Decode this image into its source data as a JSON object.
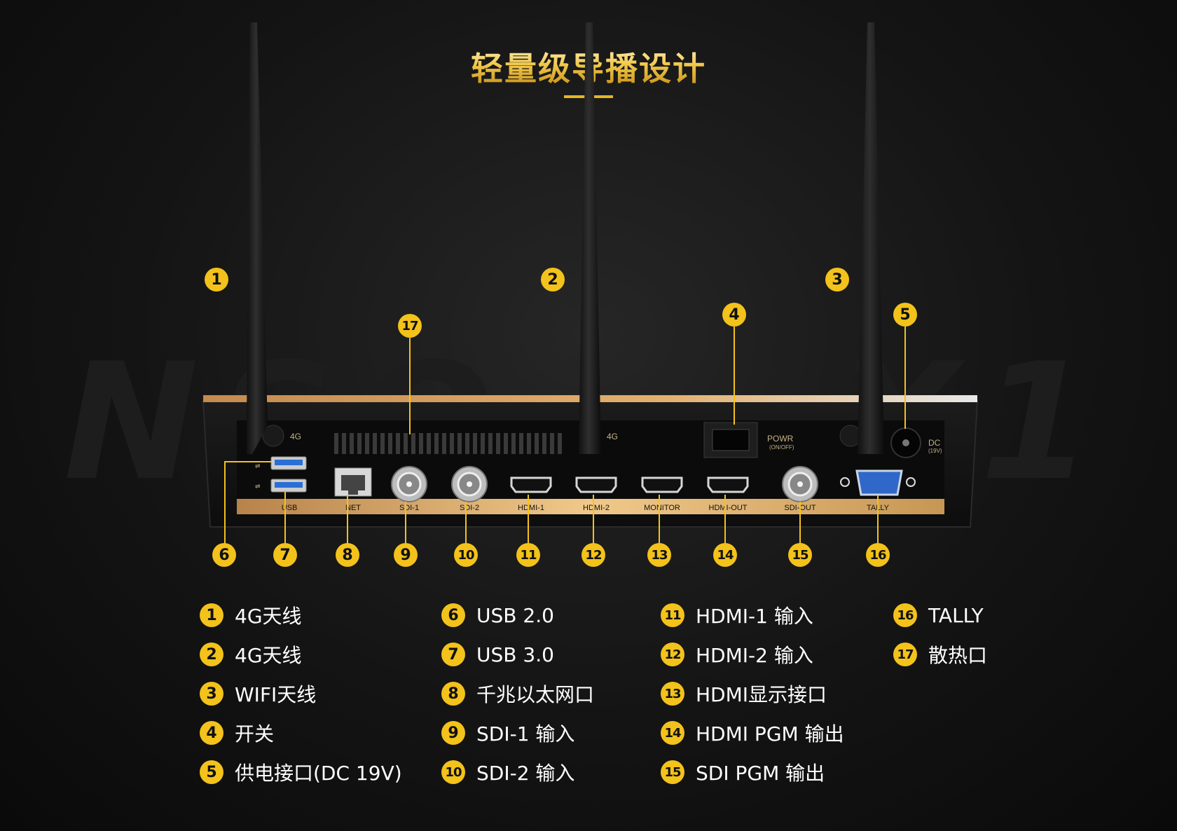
{
  "title": "轻量级导播设计",
  "watermark": "NSO... X1",
  "panel_labels": {
    "ant_left": "4G",
    "ant_mid": "4G",
    "power_main": "POWR",
    "power_sub": "(ON/OFF)",
    "dc_main": "DC",
    "dc_sub": "(19V)"
  },
  "ports": {
    "usb": "USB",
    "net": "NET",
    "sdi1": "SDI-1",
    "sdi2": "SDI-2",
    "hdmi1": "HDMI-1",
    "hdmi2": "HDMI-2",
    "monitor": "MONITOR",
    "hdmi_out": "HDMI-OUT",
    "sdi_out": "SDI-OUT",
    "tally": "TALLY"
  },
  "callouts": [
    "1",
    "2",
    "3",
    "4",
    "5",
    "6",
    "7",
    "8",
    "9",
    "10",
    "11",
    "12",
    "13",
    "14",
    "15",
    "16",
    "17"
  ],
  "legend": [
    {
      "num": "1",
      "text": "4G天线"
    },
    {
      "num": "2",
      "text": "4G天线"
    },
    {
      "num": "3",
      "text": "WIFI天线"
    },
    {
      "num": "4",
      "text": "开关"
    },
    {
      "num": "5",
      "text": "供电接口(DC 19V)"
    },
    {
      "num": "6",
      "text": "USB 2.0"
    },
    {
      "num": "7",
      "text": "USB 3.0"
    },
    {
      "num": "8",
      "text": "千兆以太网口"
    },
    {
      "num": "9",
      "text": "SDI-1 输入"
    },
    {
      "num": "10",
      "text": "SDI-2 输入"
    },
    {
      "num": "11",
      "text": "HDMI-1 输入"
    },
    {
      "num": "12",
      "text": "HDMI-2 输入"
    },
    {
      "num": "13",
      "text": "HDMI显示接口"
    },
    {
      "num": "14",
      "text": "HDMI PGM 输出"
    },
    {
      "num": "15",
      "text": "SDI PGM 输出"
    },
    {
      "num": "16",
      "text": "TALLY"
    },
    {
      "num": "17",
      "text": "散热口"
    }
  ],
  "colors": {
    "accent": "#f3c21b",
    "gold_strip": "#d9a65a",
    "device_body": "#141414"
  }
}
